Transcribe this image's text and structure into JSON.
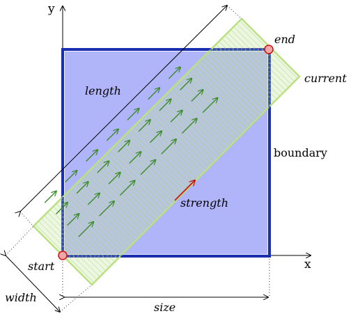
{
  "axes": {
    "x_label": "x",
    "y_label": "y"
  },
  "labels": {
    "start": "start",
    "end": "end",
    "current": "current",
    "length": "length",
    "boundary": "boundary",
    "strength": "strength",
    "width": "width",
    "size": "size"
  },
  "colors": {
    "boundary_fill": "#b0b4f8",
    "boundary_stroke": "#1a2fb0",
    "current_stroke": "#b7e07a",
    "current_hatch": "#8fd04a",
    "field_arrow": "#3a8a2a",
    "strength_arrow": "#cc1111",
    "point_fill": "#f4a6a6",
    "point_stroke": "#cc1111"
  },
  "field_arrows": {
    "rows": 4,
    "cols": 7
  }
}
